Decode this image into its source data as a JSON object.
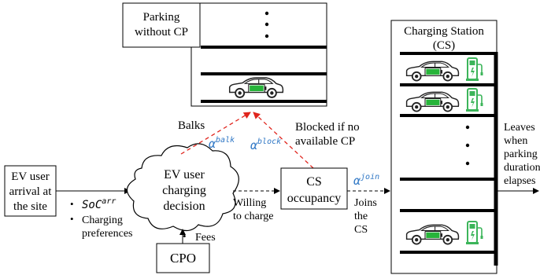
{
  "colors": {
    "red_dash": "#e0241c",
    "greek_blue": "#2f77c5",
    "battery_green": "#27b43a",
    "plug_green": "#3cb55a"
  },
  "parking": {
    "label_line1": "Parking",
    "label_line2": "without CP"
  },
  "station": {
    "title_line1": "Charging Station",
    "title_line2": "(CS)"
  },
  "ev_user": {
    "line1": "EV user",
    "line2": "arrival at",
    "line3": "the site"
  },
  "cloud": {
    "line1": "EV user",
    "line2": "charging",
    "line3": "decision"
  },
  "cs_box": {
    "line1": "CS",
    "line2": "occupancy"
  },
  "cpo": {
    "label": "CPO"
  },
  "inputs": {
    "bullet": "•",
    "soc_base": "SoC",
    "soc_sup": "arr",
    "charging_line1": "Charging",
    "charging_line2": "preferences",
    "fees": "Fees"
  },
  "labels": {
    "balks": "Balks",
    "alpha": "α",
    "balk_sup": "balk",
    "block_sup": "block",
    "join_sup": "join",
    "blocked_line1": "Blocked if no",
    "blocked_line2": "available CP",
    "willing_line1": "Willing",
    "willing_line2": "to charge",
    "joins_line1": "Joins",
    "joins_line2": "the",
    "joins_line3": "CS",
    "leaves_line1": "Leaves",
    "leaves_line2": "when",
    "leaves_line3": "parking",
    "leaves_line4": "duration",
    "leaves_line5": "elapses"
  }
}
